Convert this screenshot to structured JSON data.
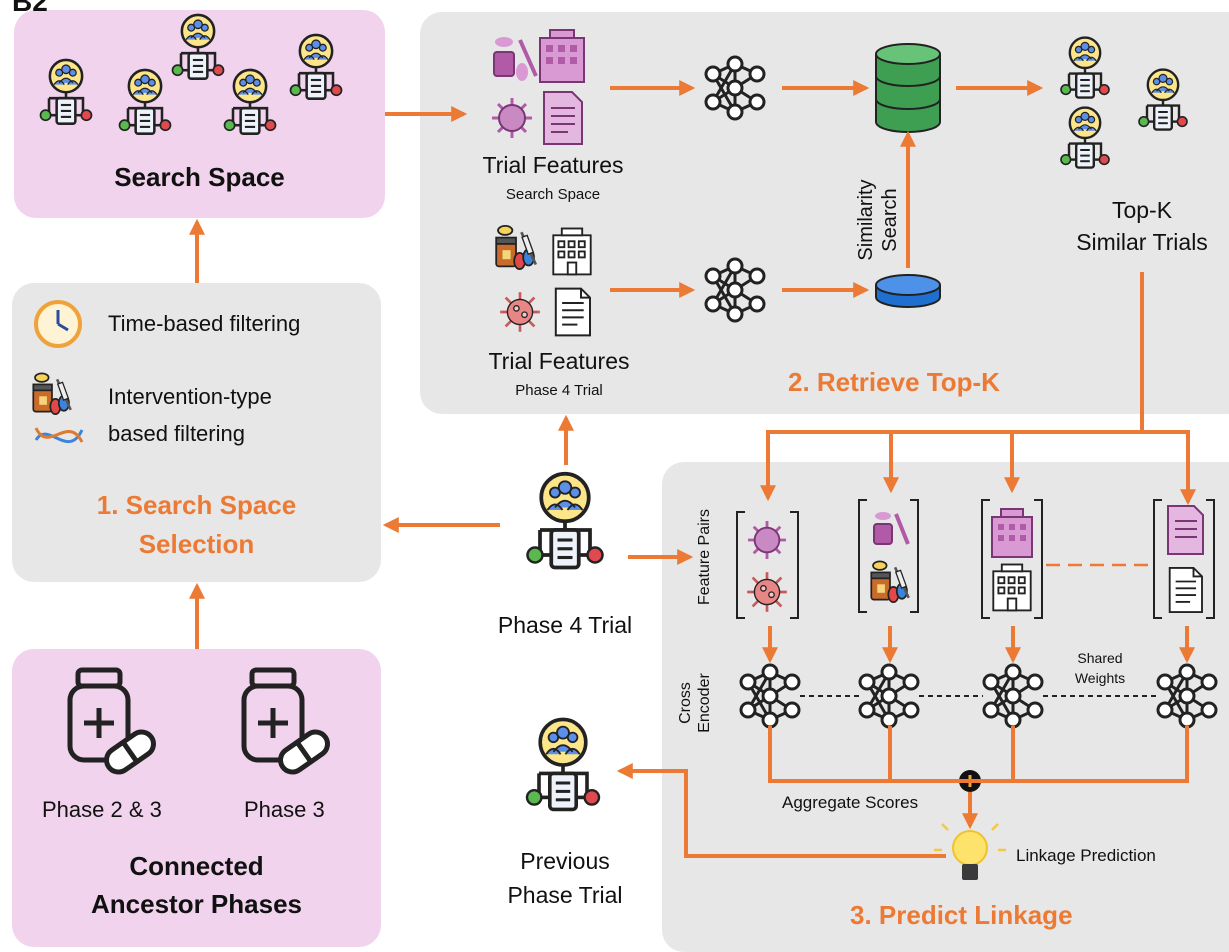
{
  "panel_label": "B2",
  "search_space": {
    "title": "Search Space"
  },
  "selection": {
    "filters": [
      "Time-based filtering",
      "Intervention-type",
      "based filtering"
    ],
    "title_line1": "1. Search Space",
    "title_line2": "Selection"
  },
  "ancestors": {
    "left_label": "Phase 2 & 3",
    "right_label": "Phase 3",
    "title_line1": "Connected",
    "title_line2": "Ancestor Phases"
  },
  "retrieve": {
    "features_top": "Trial Features",
    "features_top_sub": "Search Space",
    "features_bottom": "Trial Features",
    "features_bottom_sub": "Phase 4 Trial",
    "similarity_line1": "Similarity",
    "similarity_line2": "Search",
    "topk_line1": "Top-K",
    "topk_line2": "Similar Trials",
    "title": "2. Retrieve Top-K"
  },
  "phase4": {
    "label": "Phase 4 Trial"
  },
  "predict": {
    "feature_pairs": "Feature Pairs",
    "cross_line1": "Cross",
    "cross_line2": "Encoder",
    "shared_line1": "Shared",
    "shared_line2": "Weights",
    "aggregate": "Aggregate Scores",
    "linkage": "Linkage Prediction",
    "title": "3. Predict Linkage"
  },
  "previous": {
    "line1": "Previous",
    "line2": "Phase Trial"
  },
  "colors": {
    "accent": "#ec7a35",
    "pink_panel": "#f1d3ed",
    "grey_panel": "#e7e7e7",
    "purple_icon": "#b05aa8",
    "db_green": "#3e9e52",
    "db_blue": "#1f6fd1"
  }
}
